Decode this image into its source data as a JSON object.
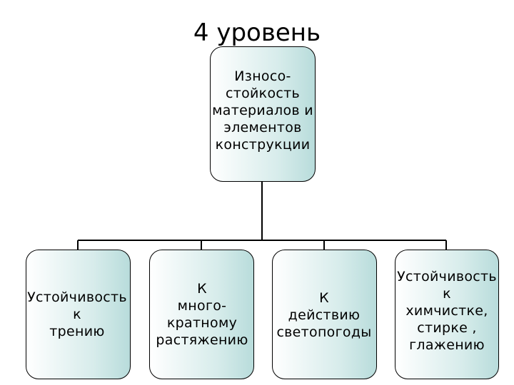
{
  "title": "4 уровень",
  "root": {
    "label": "Износо-\nстойкость\nматериалов и\nэлементов\nконструкции"
  },
  "children": [
    {
      "label": "Устойчивость\nк\nтрению"
    },
    {
      "label": "К\nмного-\nкратному\nрастяжению"
    },
    {
      "label": "К\nдействию\nсветопогоды"
    },
    {
      "label": "Устойчивость\nк\nхимчистке,\nстирке ,\nглажению"
    }
  ],
  "colors": {
    "box_fill_light": "#ffffff",
    "box_fill_dark": "#b8dcdb",
    "line": "#000000"
  }
}
